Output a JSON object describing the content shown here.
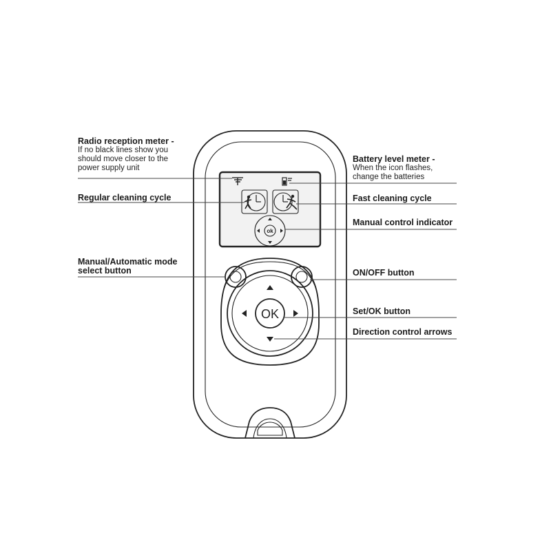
{
  "labels": {
    "radio": {
      "title": "Radio reception meter -",
      "lines": [
        "If no black lines show you",
        "should move closer to the",
        "power supply unit"
      ]
    },
    "regular": {
      "title": "Regular cleaning cycle"
    },
    "mode": {
      "lines": [
        "Manual/Automatic mode",
        "select button"
      ]
    },
    "battery": {
      "title": "Battery level meter -",
      "lines": [
        "When the icon flashes,",
        "change the batteries"
      ]
    },
    "fast": {
      "title": "Fast cleaning cycle"
    },
    "manual": {
      "title": "Manual control indicator"
    },
    "onoff": {
      "title": "ON/OFF button"
    },
    "setok": {
      "title": "Set/OK button"
    },
    "direction": {
      "title": "Direction control arrows"
    }
  },
  "device": {
    "ok_button_text": "OK",
    "screen_ok_text": "ok"
  },
  "colors": {
    "line": "#222222",
    "screen_bg": "#f2f2f2",
    "background": "#ffffff"
  }
}
